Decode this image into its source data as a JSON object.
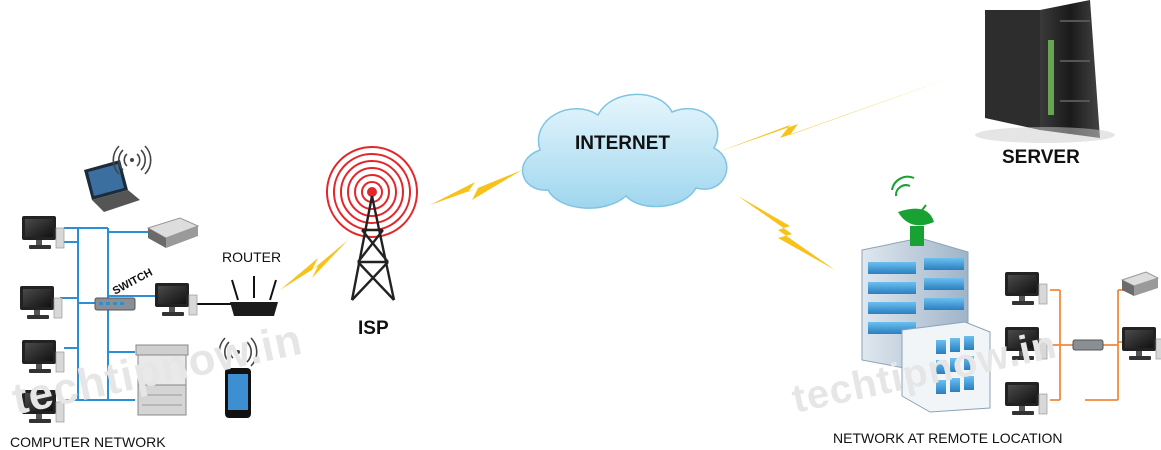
{
  "labels": {
    "internet": "INTERNET",
    "isp": "ISP",
    "server": "SERVER",
    "router": "ROUTER",
    "switch": "SWITCH",
    "computer_network": "COMPUTER NETWORK",
    "remote_network": "NETWORK AT REMOTE LOCATION"
  },
  "watermark": {
    "left": "techtipnow.in",
    "right": "techtipnow.in"
  },
  "colors": {
    "lan_cable": "#2b8fd6",
    "remote_cable": "#f08a3c",
    "lightning": "#f7c21a",
    "cloud": "#bfe6f7",
    "tower_signal": "#e2262a",
    "wifi_signal": "#444444",
    "dish": "#17a233"
  },
  "icons": {
    "server": "server-icon",
    "cloud": "cloud-icon",
    "tower": "cell-tower-icon",
    "router": "router-icon",
    "switch": "network-switch-icon",
    "laptop": "laptop-icon",
    "printer": "printer-icon",
    "desktop": "desktop-computer-icon",
    "phone": "smartphone-icon",
    "copier": "photocopier-icon",
    "building": "office-building-icon",
    "dish": "satellite-dish-icon"
  }
}
